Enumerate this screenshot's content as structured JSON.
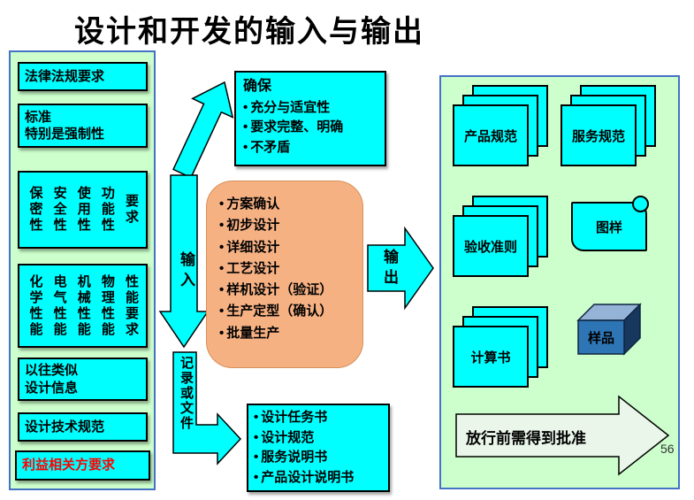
{
  "title": "设计和开发的输入与输出",
  "page_number": "56",
  "colors": {
    "box_cyan": "#00FFFF",
    "panel_green": "#CCFFCC",
    "process_orange": "#F6B183",
    "stakeholder_red": "#FF0000",
    "cube_blue": "#2E75B6"
  },
  "left_panel": {
    "boxes": [
      {
        "lines": [
          "法律法规要求"
        ]
      },
      {
        "lines": [
          "标准",
          "特别是强制性"
        ]
      },
      {
        "columns": [
          "保密性",
          "安全性",
          "使用性",
          "功能性",
          "要求"
        ]
      },
      {
        "columns": [
          "化学性能",
          "电气性能",
          "机械性能",
          "物理性能",
          "性能要求"
        ]
      },
      {
        "lines": [
          "以往类似",
          "设计信息"
        ]
      },
      {
        "lines": [
          "设计技术规范"
        ]
      },
      {
        "lines": [
          "利益相关方要求"
        ]
      }
    ]
  },
  "flow": {
    "input_label": "输入",
    "output_label": "输出",
    "record_label": "记录或文件",
    "ensure_box": {
      "title": "确保",
      "items": [
        "充分与适宜性",
        "要求完整、明确",
        "不矛盾"
      ]
    },
    "process_box": {
      "items": [
        "方案确认",
        "初步设计",
        "详细设计",
        "工艺设计",
        "样机设计（验证）",
        "生产定型（确认）",
        "批量生产"
      ]
    },
    "document_box": {
      "items": [
        "设计任务书",
        "设计规范",
        "服务说明书",
        "产品设计说明书"
      ]
    }
  },
  "right_panel": {
    "outputs": [
      {
        "label": "产品规范",
        "icon": "document-stack"
      },
      {
        "label": "服务规范",
        "icon": "document-stack"
      },
      {
        "label": "验收准则",
        "icon": "document-stack"
      },
      {
        "label": "图样",
        "icon": "scroll"
      },
      {
        "label": "计算书",
        "icon": "document-stack"
      },
      {
        "label": "样品",
        "icon": "cube"
      }
    ],
    "approval_label": "放行前需得到批准"
  }
}
